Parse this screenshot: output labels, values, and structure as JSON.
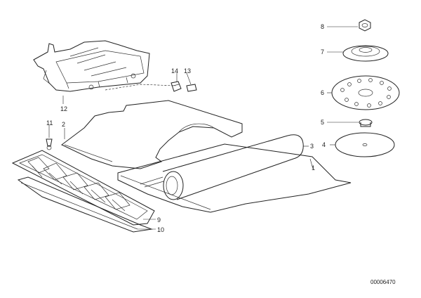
{
  "diagram": {
    "part_numbers": [
      "1",
      "2",
      "3",
      "4",
      "5",
      "6",
      "7",
      "8",
      "9",
      "10",
      "11",
      "12",
      "13",
      "14"
    ],
    "drawing_number": "00006470"
  }
}
